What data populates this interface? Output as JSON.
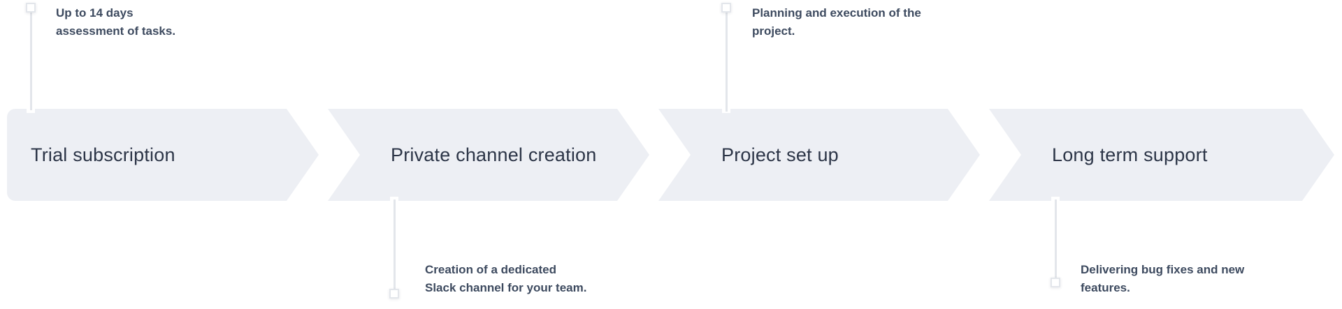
{
  "diagram": {
    "type": "process-timeline",
    "direction": "left-to-right",
    "step_count": 4
  },
  "colors": {
    "background": "#ffffff",
    "arrow_fill": "#edeff4",
    "step_text": "#2c3547",
    "note_text": "#3d4a5f",
    "connector_line": "#e3e6eb"
  },
  "steps": [
    {
      "label": "Trial subscription",
      "note_position": "top",
      "note_line1": "Up to 14 days",
      "note_line2": "assessment of tasks."
    },
    {
      "label": "Private channel creation",
      "note_position": "bottom",
      "note_line1": "Creation of a dedicated",
      "note_line2": "Slack channel for your team."
    },
    {
      "label": "Project set up",
      "note_position": "top",
      "note_line1": "Planning and execution of the",
      "note_line2": "project."
    },
    {
      "label": "Long term support",
      "note_position": "bottom",
      "note_line1": "Delivering bug fixes and new",
      "note_line2": "features."
    }
  ]
}
